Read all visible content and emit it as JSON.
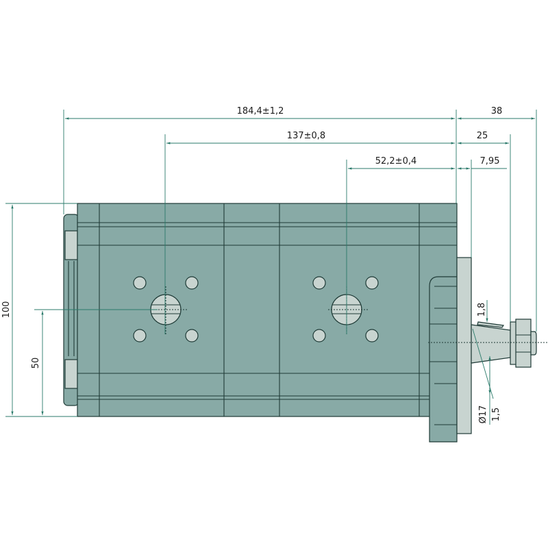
{
  "dimensions": {
    "overall_length": "184,4±1,2",
    "shaft_length": "38",
    "port_distance": "137±0,8",
    "shaft_to_nut": "25",
    "port2_distance": "52,2±0,4",
    "flange_offset": "7,95",
    "height": "100",
    "half_height": "50",
    "taper_depth": "1,8",
    "shaft_diameter": "Ø17",
    "taper_offset": "1,5"
  },
  "colors": {
    "body": "#88aaa6",
    "light_parts": "#c8d4d0",
    "dimension_lines": "#2a7a6a"
  }
}
